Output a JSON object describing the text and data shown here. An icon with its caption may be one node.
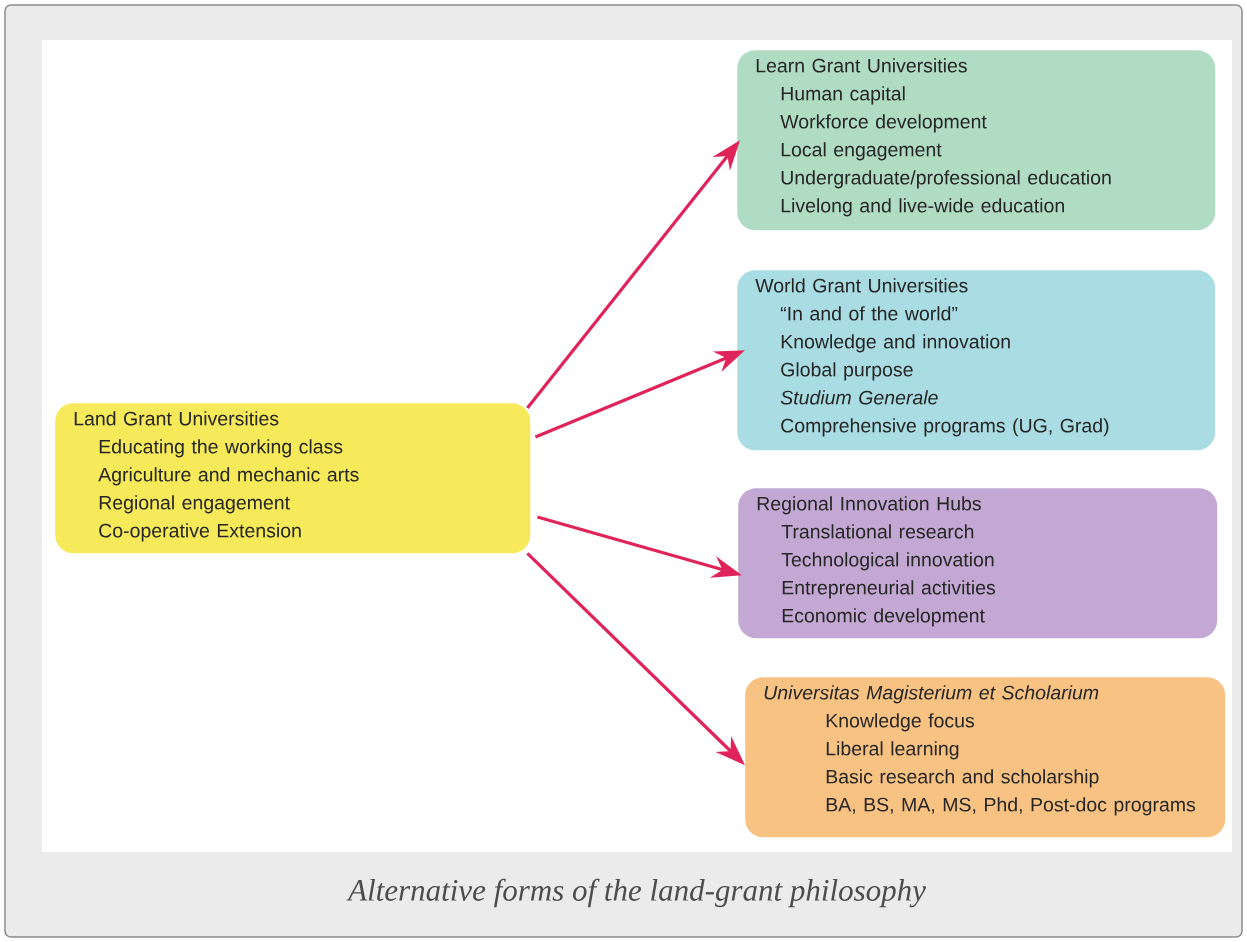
{
  "diagram": {
    "caption": "Alternative forms of the land-grant philosophy",
    "nodes": [
      {
        "text": [
          "Land Grant Universities",
          "Educating the working class",
          "Agriculture and mechanic arts",
          "Regional engagement",
          "Co-operative Extension"
        ]
      },
      {
        "text": [
          "Learn Grant Universities",
          "Human capital",
          "Workforce development",
          "Local engagement",
          "Undergraduate/professional education",
          "Livelong and live-wide education"
        ]
      },
      {
        "text": [
          "World Grant Universities",
          "“In and of the world”",
          "Knowledge and innovation",
          "Global purpose",
          "*Studium Generale*",
          "Comprehensive programs (UG, Grad)"
        ]
      },
      {
        "text": [
          "Regional Innovation Hubs",
          "Translational research",
          "Technological innovation",
          "Entrepreneurial activities",
          "Economic development"
        ]
      },
      {
        "text": [
          "*Universitas Magisterium et Scholarium*",
          "Knowledge focus",
          "Liberal learning",
          "Basic research and scholarship",
          "BA, BS, MA, MS, Phd, Post-doc programs"
        ]
      }
    ],
    "edges": [
      {
        "from": 0,
        "to": 1,
        "arrow": "to"
      },
      {
        "from": 0,
        "to": 2,
        "arrow": "to"
      },
      {
        "from": 0,
        "to": 3,
        "arrow": "to"
      },
      {
        "from": 0,
        "to": 4,
        "arrow": "to"
      }
    ]
  }
}
